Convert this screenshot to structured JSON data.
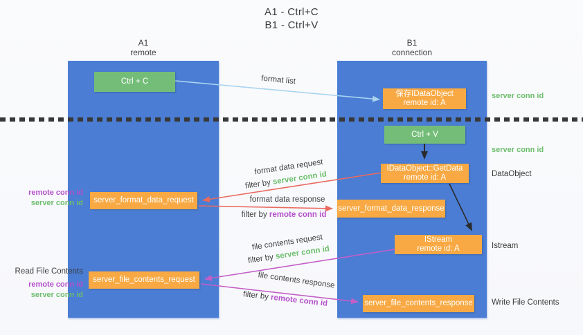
{
  "title": {
    "line1": "A1 - Ctrl+C",
    "line2": "B1 - Ctrl+V"
  },
  "lifelines": {
    "a1": {
      "name": "A1",
      "role": "remote"
    },
    "b1": {
      "name": "B1",
      "role": "connection"
    }
  },
  "nodes": {
    "ctrl_c": {
      "label": "Ctrl + C"
    },
    "ctrl_v": {
      "label": "Ctrl + V"
    },
    "save_idataobject": {
      "line1": "保存IDataObject",
      "line2": "remote id: A"
    },
    "getdata": {
      "line1": "IDataObject::GetData",
      "line2": "remote id: A"
    },
    "istream": {
      "line1": "IStream",
      "line2": "remote id: A"
    },
    "server_format_data_request": {
      "label": "server_format_data_request"
    },
    "server_format_data_response": {
      "label": "server_format_data_response"
    },
    "server_file_contents_request": {
      "label": "server_file_contents_request"
    },
    "server_file_contents_response": {
      "label": "server_file_contents_response"
    }
  },
  "edge_labels": {
    "format_list": "format list",
    "format_data_request": "format data request",
    "format_data_response": "format data response",
    "file_contents_request": "file contents request",
    "file_contents_response": "file contents response",
    "filter_by": "filter by",
    "server_conn_id": "server conn id",
    "remote_conn_id": "remote conn id"
  },
  "side_labels": {
    "left_top": {
      "remote_conn_id": "remote conn id",
      "server_conn_id": "server conn id"
    },
    "left_bottom": {
      "read_file_contents": "Read File Contents",
      "remote_conn_id": "remote conn id",
      "server_conn_id": "server conn id"
    },
    "right": {
      "server_conn_id_top": "server conn id",
      "server_conn_id_mid": "server conn id",
      "dataobject": "DataObject",
      "istream": "Istream",
      "write_file_contents": "Write File Contents"
    }
  },
  "colors": {
    "column_blue": "#4a7dd3",
    "box_green": "#74bd78",
    "box_orange": "#f8a943",
    "arrow_red": "#ea6a5f",
    "arrow_magenta": "#c45fc8",
    "arrow_lightblue": "#aad4f0",
    "arrow_black": "#2b2b2b",
    "divider_dark": "#383838",
    "text_green": "#6dbe6d",
    "text_purple": "#b550cb"
  }
}
